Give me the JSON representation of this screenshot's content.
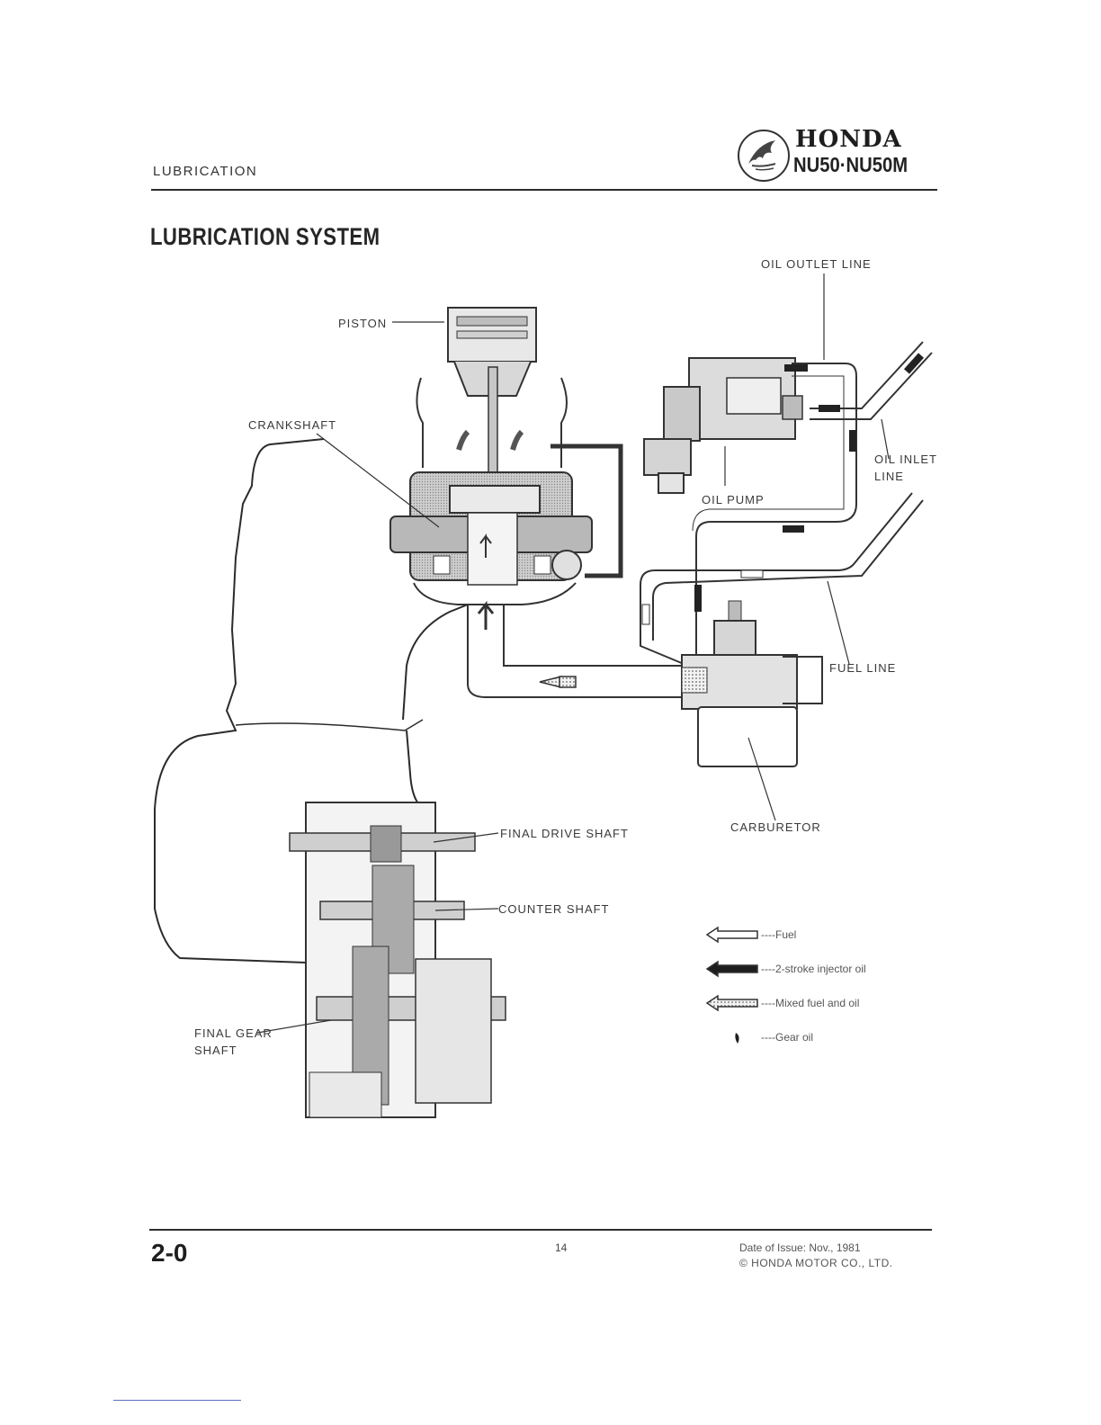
{
  "header": {
    "section": "LUBRICATION",
    "brand": "HONDA",
    "model": "NU50·NU50M"
  },
  "title": "LUBRICATION SYSTEM",
  "diagram": {
    "labels": {
      "piston": "PISTON",
      "crankshaft": "CRANKSHAFT",
      "oil_outlet_line": "OIL OUTLET LINE",
      "oil_pump": "OIL PUMP",
      "oil_inlet_line_1": "OIL INLET",
      "oil_inlet_line_2": "LINE",
      "fuel_line": "FUEL LINE",
      "carburetor": "CARBURETOR",
      "final_drive_shaft": "FINAL DRIVE SHAFT",
      "counter_shaft": "COUNTER SHAFT",
      "final_gear_shaft_1": "FINAL GEAR",
      "final_gear_shaft_2": "SHAFT"
    },
    "legend": [
      {
        "key": "fuel",
        "label": "----Fuel"
      },
      {
        "key": "injector-oil",
        "label": "----2-stroke injector oil"
      },
      {
        "key": "mixed",
        "label": "----Mixed fuel and oil"
      },
      {
        "key": "gear-oil",
        "label": "----Gear oil"
      }
    ]
  },
  "footer": {
    "page_code": "2-0",
    "page_number": "14",
    "issue": "Date of Issue: Nov., 1981",
    "copyright": "© HONDA MOTOR CO., LTD."
  }
}
